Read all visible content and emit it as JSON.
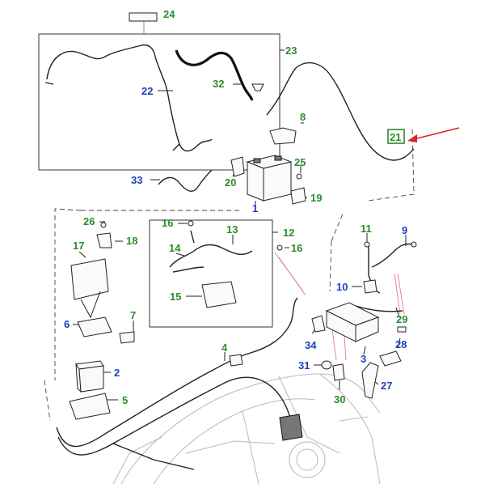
{
  "colors": {
    "callout_green": "#2e8b2e",
    "callout_blue": "#1f3fbf",
    "highlight_arrow": "#e02020",
    "highlight_box": "#2e8b2e"
  },
  "callouts": [
    {
      "id": "c24",
      "label": "24",
      "color": "green"
    },
    {
      "id": "c23",
      "label": "23",
      "color": "green"
    },
    {
      "id": "c22",
      "label": "22",
      "color": "blue"
    },
    {
      "id": "c32",
      "label": "32",
      "color": "green"
    },
    {
      "id": "c8",
      "label": "8",
      "color": "green"
    },
    {
      "id": "c21",
      "label": "21",
      "color": "green",
      "highlighted": true
    },
    {
      "id": "c33",
      "label": "33",
      "color": "blue"
    },
    {
      "id": "c20",
      "label": "20",
      "color": "green"
    },
    {
      "id": "c25",
      "label": "25",
      "color": "green"
    },
    {
      "id": "c19",
      "label": "19",
      "color": "green"
    },
    {
      "id": "c1",
      "label": "1",
      "color": "blue"
    },
    {
      "id": "c26",
      "label": "26",
      "color": "green"
    },
    {
      "id": "c16a",
      "label": "16",
      "color": "green"
    },
    {
      "id": "c13",
      "label": "13",
      "color": "green"
    },
    {
      "id": "c12",
      "label": "12",
      "color": "green"
    },
    {
      "id": "c11",
      "label": "11",
      "color": "green"
    },
    {
      "id": "c9",
      "label": "9",
      "color": "blue"
    },
    {
      "id": "c17",
      "label": "17",
      "color": "green"
    },
    {
      "id": "c18",
      "label": "18",
      "color": "green"
    },
    {
      "id": "c14",
      "label": "14",
      "color": "green"
    },
    {
      "id": "c16b",
      "label": "16",
      "color": "green"
    },
    {
      "id": "c15",
      "label": "15",
      "color": "green"
    },
    {
      "id": "c10",
      "label": "10",
      "color": "blue"
    },
    {
      "id": "c29",
      "label": "29",
      "color": "green"
    },
    {
      "id": "c6",
      "label": "6",
      "color": "blue"
    },
    {
      "id": "c7",
      "label": "7",
      "color": "green"
    },
    {
      "id": "c34",
      "label": "34",
      "color": "blue"
    },
    {
      "id": "c4",
      "label": "4",
      "color": "green"
    },
    {
      "id": "c28",
      "label": "28",
      "color": "blue"
    },
    {
      "id": "c3",
      "label": "3",
      "color": "blue"
    },
    {
      "id": "c2",
      "label": "2",
      "color": "blue"
    },
    {
      "id": "c31",
      "label": "31",
      "color": "blue"
    },
    {
      "id": "c27",
      "label": "27",
      "color": "blue"
    },
    {
      "id": "c5",
      "label": "5",
      "color": "green"
    },
    {
      "id": "c30",
      "label": "30",
      "color": "green"
    }
  ]
}
